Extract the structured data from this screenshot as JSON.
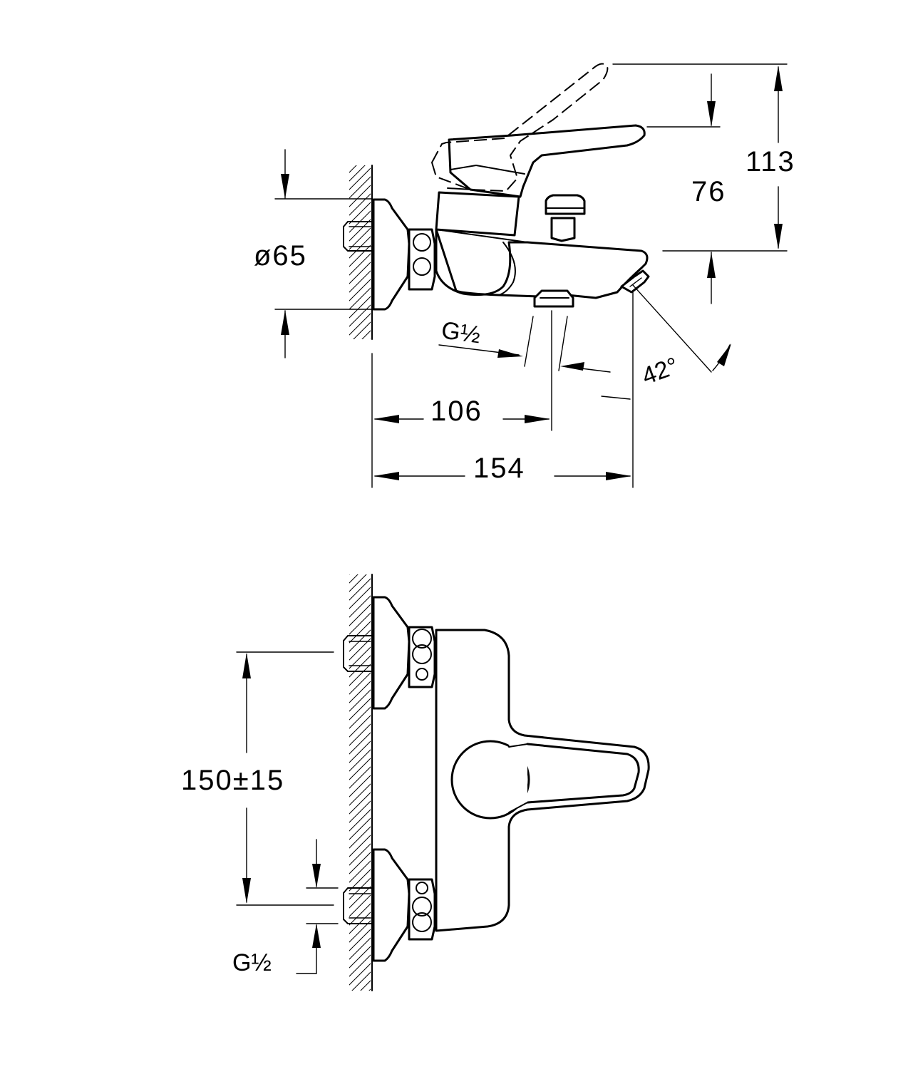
{
  "dimensions": {
    "height_total": "113",
    "height_spout": "76",
    "rosette_diameter": "ø65",
    "outlet_thread": "G½",
    "projection_outlet": "106",
    "projection_total": "154",
    "spout_angle": "42°",
    "inlet_spacing": "150±15",
    "inlet_thread": "G½"
  },
  "colors": {
    "line": "#000000",
    "background": "#ffffff"
  }
}
